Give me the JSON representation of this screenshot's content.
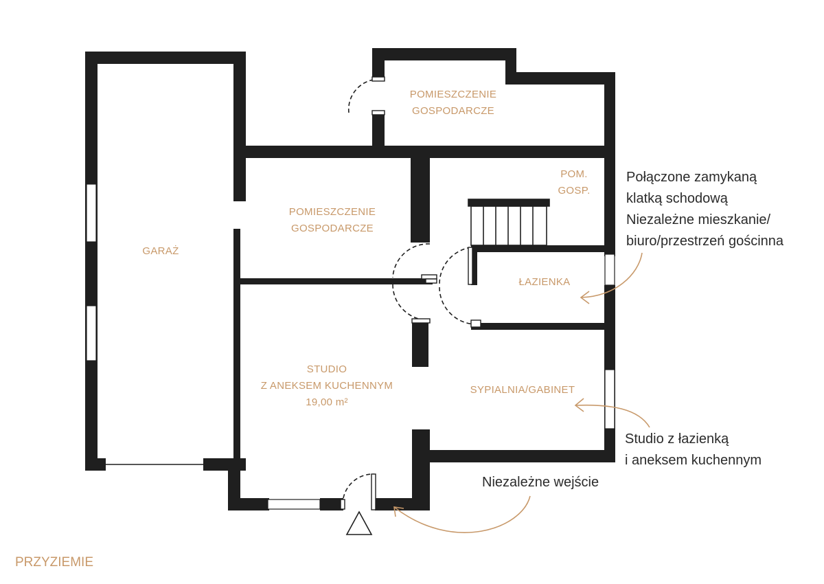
{
  "rooms": {
    "garage": "GARAŻ",
    "utility_top_1": "POMIESZCZENIE",
    "utility_top_2": "GOSPODARCZE",
    "utility_mid_1": "POMIESZCZENIE",
    "utility_mid_2": "GOSPODARCZE",
    "small_utility_1": "POM.",
    "small_utility_2": "GOSP.",
    "bathroom": "ŁAZIENKA",
    "studio_1": "STUDIO",
    "studio_2": "Z ANEKSEM KUCHENNYM",
    "studio_area": "19,00 m²",
    "bedroom": "SYPIALNIA/GABINET"
  },
  "notes": {
    "stair_1": "Połączone zamykaną",
    "stair_2": "klatką schodową",
    "stair_3": "Niezależne mieszkanie/",
    "stair_4": "biuro/przestrzeń gościnna",
    "studio_1": "Studio z łazienką",
    "studio_2": "i aneksem kuchennym",
    "entrance": "Niezależne wejście"
  },
  "floor_label": "PRZYZIEMIE",
  "colors": {
    "wall": "#1f1f1f",
    "label": "#c8996a",
    "note": "#2b2b2b"
  }
}
